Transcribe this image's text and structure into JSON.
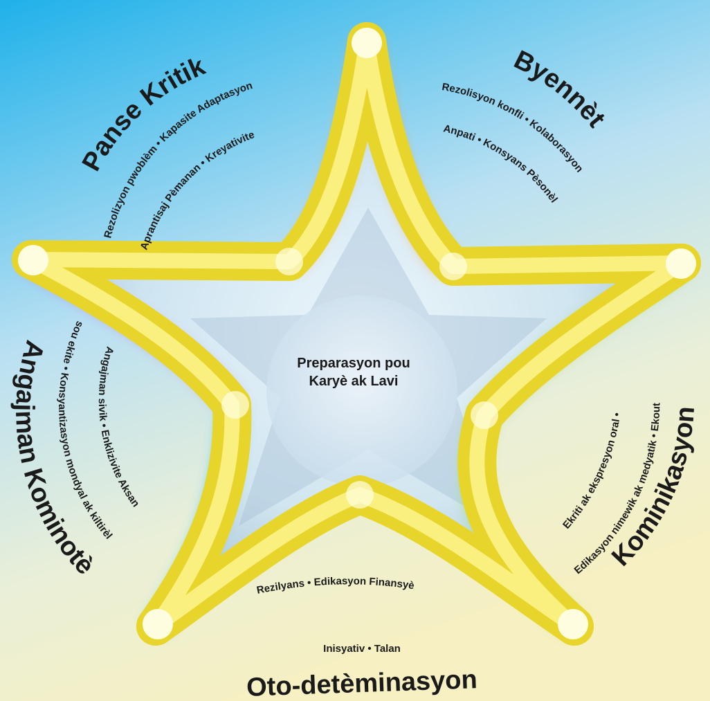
{
  "center": {
    "line1": "Preparasyon pou",
    "line2": "Karyè ak Lavi"
  },
  "sections": {
    "panse_kritik": {
      "title": "Panse Kritik",
      "line1": "Rezolizyon pwoblèm • Kapasite Adaptasyon",
      "line2": "Aprantisaj Pèmanan • Kreyativite"
    },
    "byennet": {
      "title": "Byennèt",
      "line1": "Rezolisyon konfli • Kolaborasyon",
      "line2": "Anpati • Konsyans Pèsonèl"
    },
    "kominikasyon": {
      "title": "Kominikasyon",
      "line1": "Ekriti ak ekspresyon oral •",
      "line2": "Edikasyon nimewik ak medyatik • Ekout"
    },
    "oto_deteminasyon": {
      "title": "Oto-detèminasyon",
      "line1": "Rezilyans • Edikasyon Finansyè",
      "line2": "Inisyativ • Talan"
    },
    "angajman": {
      "title": "Angajman Kominotè",
      "line1": "sou ekite • Konsyantizasyon mondyal ak kiltirèl",
      "line2": "Angajman sivik • Enklizivite Aksan"
    }
  },
  "colors": {
    "bg_top": "#22b3ea",
    "bg_mid": "#c9e7f3",
    "bg_bottom": "#f2f0c8",
    "star_yellow": "#f1e636",
    "star_highlight": "#fffbd0",
    "text": "#1a1a1a"
  }
}
